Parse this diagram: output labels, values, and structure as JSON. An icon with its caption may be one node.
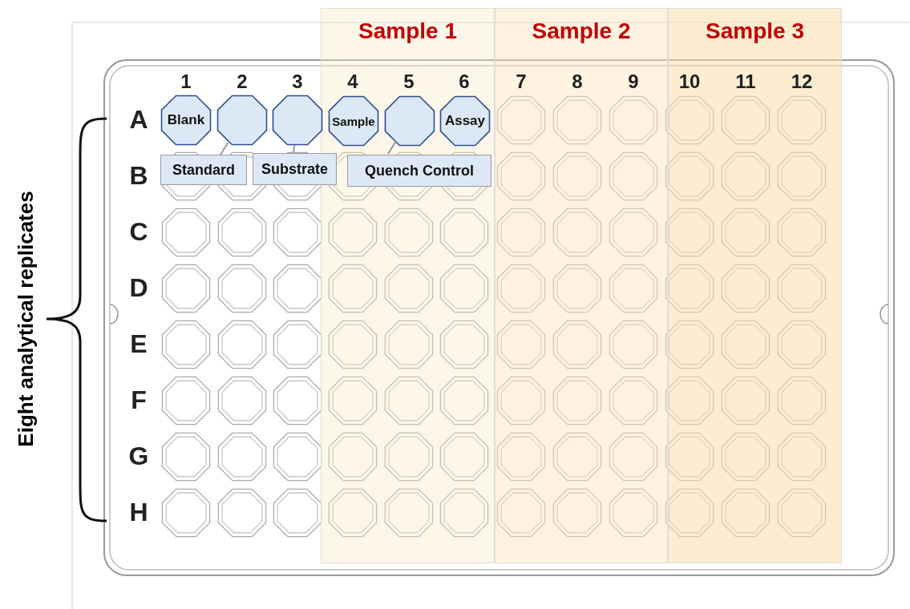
{
  "diagram": {
    "nodes": [
      {
        "text": [
          "Sample 1"
        ]
      },
      {
        "text": [
          "Sample 2"
        ]
      },
      {
        "text": [
          "Sample 3"
        ]
      },
      {
        "text": [
          "Blank"
        ]
      },
      {
        "text": [],
        "shape": "octagon"
      },
      {
        "text": [],
        "shape": "octagon"
      },
      {
        "text": [
          "Sample"
        ],
        "in": 0
      },
      {
        "text": [],
        "shape": "octagon",
        "in": 0
      },
      {
        "text": [
          "Assay"
        ],
        "in": 0
      },
      {
        "text": [
          "Standard"
        ]
      },
      {
        "text": [
          "Substrate"
        ]
      },
      {
        "text": [
          "Quench Control"
        ],
        "in": 0
      }
    ],
    "edges": [
      {
        "from": 9,
        "to": 4,
        "arrow": "none"
      },
      {
        "from": 10,
        "to": 5,
        "arrow": "none"
      },
      {
        "from": 11,
        "to": 7,
        "arrow": "none"
      }
    ],
    "labels": [
      "1",
      "2",
      "3",
      "4",
      "5",
      "6",
      "7",
      "8",
      "9",
      "10",
      "11",
      "12",
      "A",
      "B",
      "C",
      "D",
      "E",
      "F",
      "G",
      "H",
      "Eight analytical replicates"
    ]
  }
}
